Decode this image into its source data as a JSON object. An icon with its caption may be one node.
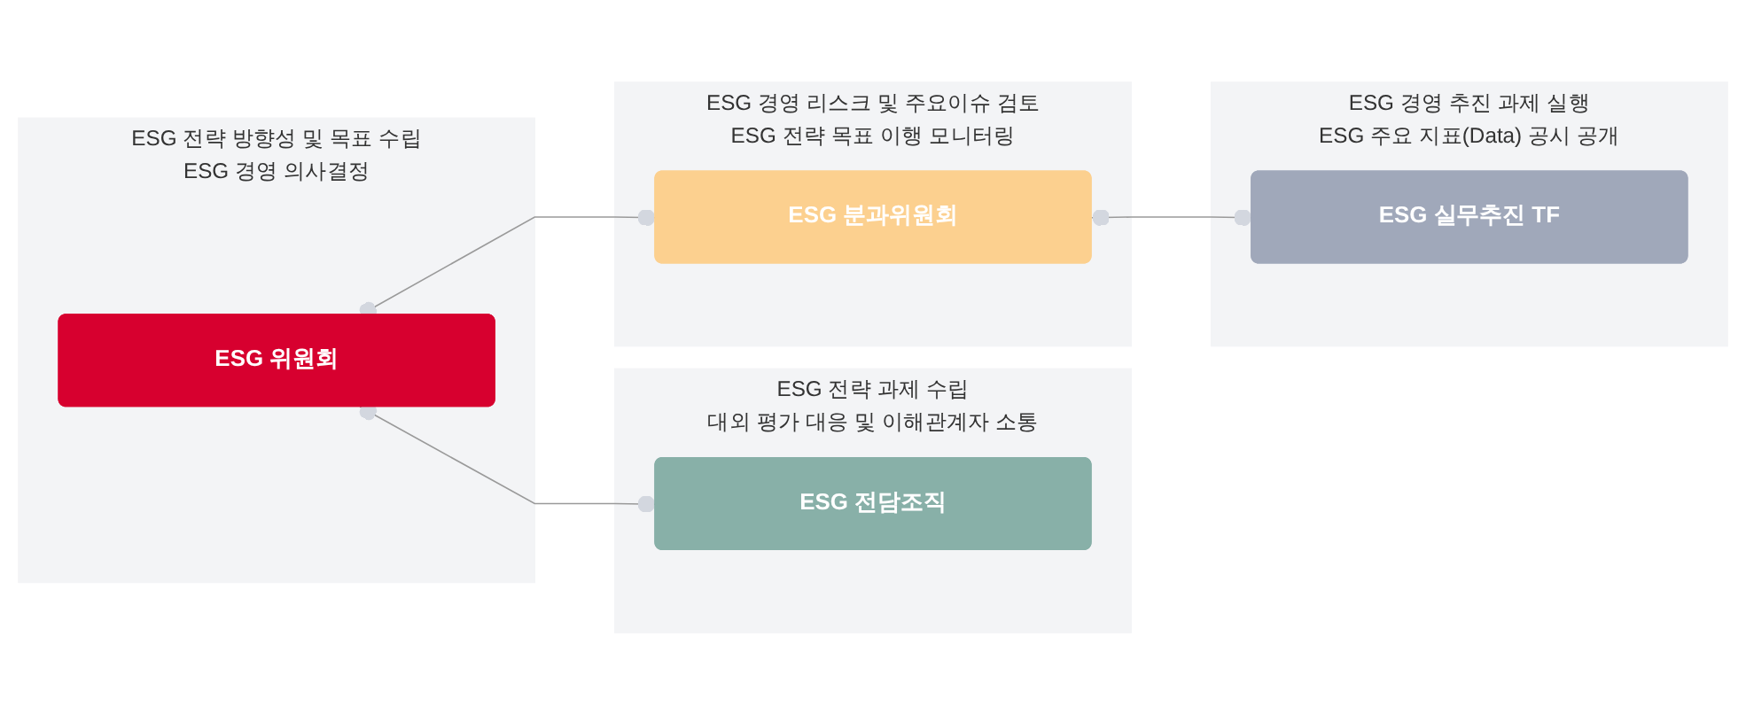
{
  "diagram": {
    "nodes": [
      {
        "text": [
          "ESG 전략 방향성 및 목표 수립",
          "ESG 경영 의사결정"
        ]
      },
      {
        "text": [
          "ESG 위원회"
        ],
        "in": 0
      },
      {
        "text": [
          "ESG 전략 과제 수립",
          "대외 평가 대응 및 이해관계자 소통"
        ]
      },
      {
        "text": [
          "ESG 전담조직"
        ],
        "in": 2
      },
      {
        "text": [
          "ESG 경영 리스크 및 주요이슈 검토",
          "ESG 전략 목표 이행 모니터링"
        ]
      },
      {
        "text": [
          "ESG 분과위원회"
        ],
        "in": 4
      },
      {
        "text": [
          "ESG 경영 추진 과제 실행",
          "ESG 주요 지표(Data) 공시 공개"
        ]
      },
      {
        "text": [
          "ESG 실무추진 TF"
        ],
        "in": 6
      }
    ],
    "edges": [
      {
        "from": 1,
        "to": 3,
        "arrow": "other"
      },
      {
        "from": 1,
        "to": 5,
        "arrow": "other"
      },
      {
        "from": 5,
        "to": 7,
        "arrow": "other"
      }
    ]
  }
}
